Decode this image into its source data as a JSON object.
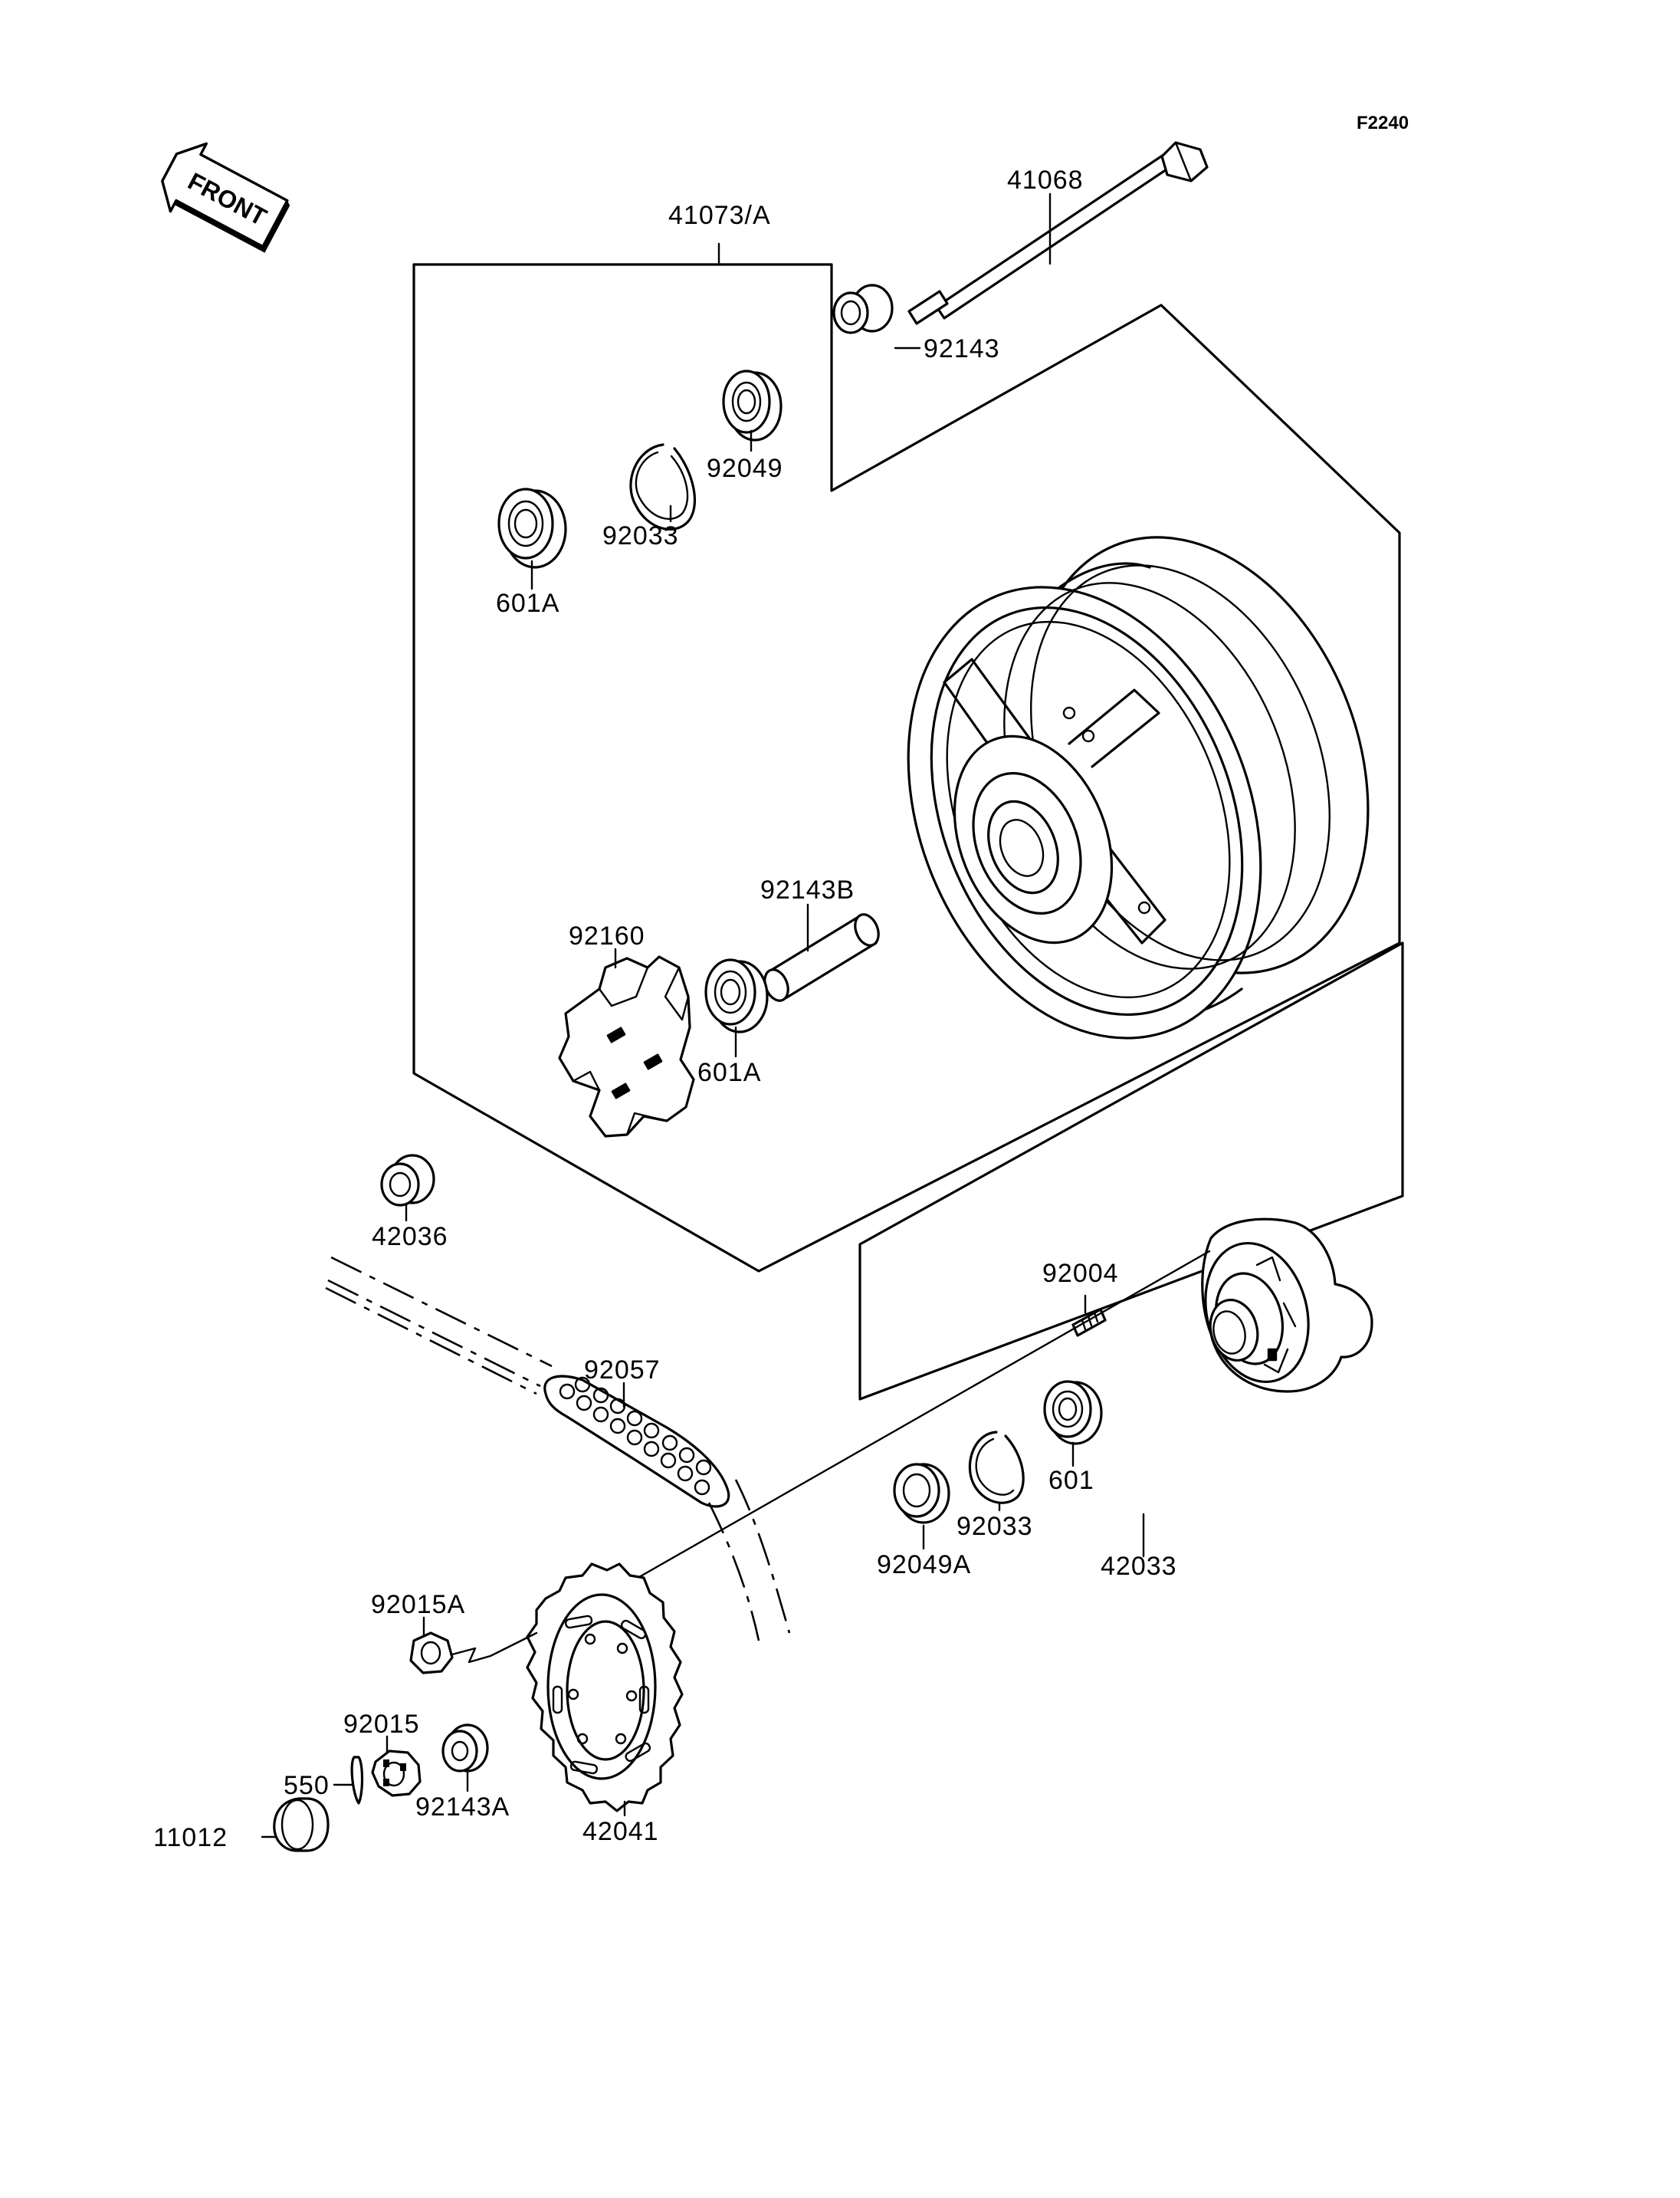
{
  "figure_code": "F2240",
  "front_arrow": {
    "text": "FRONT",
    "icon": "front-arrow-icon"
  },
  "parts": [
    {
      "id": "part-41068",
      "label": "41068"
    },
    {
      "id": "part-41073a",
      "label": "41073/A"
    },
    {
      "id": "part-92143",
      "label": "92143"
    },
    {
      "id": "part-92049",
      "label": "92049"
    },
    {
      "id": "part-92033-top",
      "label": "92033"
    },
    {
      "id": "part-601a-top",
      "label": "601A"
    },
    {
      "id": "part-92143b",
      "label": "92143B"
    },
    {
      "id": "part-92160",
      "label": "92160"
    },
    {
      "id": "part-601a-mid",
      "label": "601A"
    },
    {
      "id": "part-42036",
      "label": "42036"
    },
    {
      "id": "part-92004",
      "label": "92004"
    },
    {
      "id": "part-92057",
      "label": "92057"
    },
    {
      "id": "part-601",
      "label": "601"
    },
    {
      "id": "part-92033-bottom",
      "label": "92033"
    },
    {
      "id": "part-92049a",
      "label": "92049A"
    },
    {
      "id": "part-42033",
      "label": "42033"
    },
    {
      "id": "part-92015a",
      "label": "92015A"
    },
    {
      "id": "part-92015",
      "label": "92015"
    },
    {
      "id": "part-550",
      "label": "550"
    },
    {
      "id": "part-92143a",
      "label": "92143A"
    },
    {
      "id": "part-42041",
      "label": "42041"
    },
    {
      "id": "part-11012",
      "label": "11012"
    }
  ]
}
